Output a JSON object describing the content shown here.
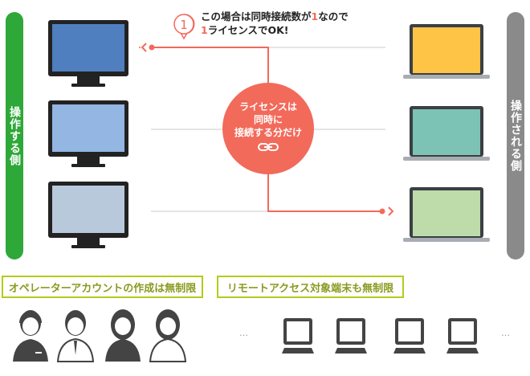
{
  "left_label": "操作する側",
  "right_label": "操作される側",
  "note": {
    "badge": "1",
    "line1_a": "この場合は同時接続数が",
    "line1_num": "1",
    "line1_b": "なので",
    "line2_num": "1",
    "line2_b": "ライセンスでOK!"
  },
  "circle": {
    "line1": "ライセンスは",
    "line2": "同時に",
    "line3": "接続する分だけ",
    "icon": "link-icon"
  },
  "bottom": {
    "operators": "オペレーターアカウントの作成は無制限",
    "devices": "リモートアクセス対象端末も無制限",
    "ellipsis": "…"
  },
  "colors": {
    "accent": "#f26a5a",
    "left_bar": "#2ea838",
    "right_bar": "#8a8a8a",
    "monitors": [
      "#4f7fbe",
      "#93b6e3",
      "#b9c9dc"
    ],
    "laptops": [
      "#fdc446",
      "#7cc3b6",
      "#bddcaa"
    ]
  }
}
